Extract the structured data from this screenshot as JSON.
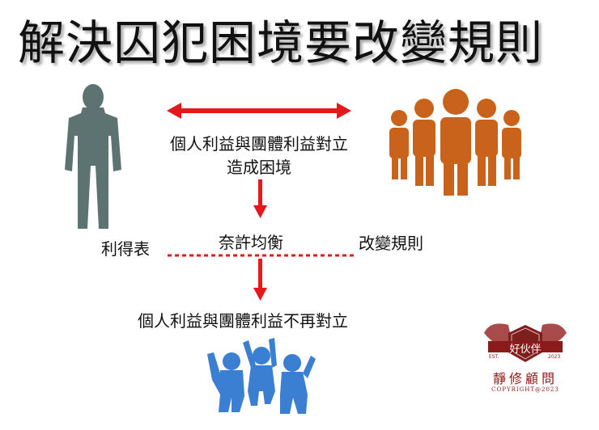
{
  "title": "解決囚犯困境要改變規則",
  "conflict_line1": "個人利益與團體利益對立",
  "conflict_line2": "造成困境",
  "label_left": "利得表",
  "label_middle": "奈許均衡",
  "label_right": "改變規則",
  "result": "個人利益與團體利益不再對立",
  "logo": {
    "brand": "好伙伴",
    "est": "EST.",
    "year": "2023",
    "name": "靜修顧問",
    "copyright": "COPYRIGHT@2023"
  },
  "colors": {
    "arrow_red": "#e3191b",
    "person_gray": "#5d7372",
    "group_orange": "#c9621a",
    "celebrate_blue": "#3a7fd1",
    "logo_red": "#8b1a1a"
  }
}
